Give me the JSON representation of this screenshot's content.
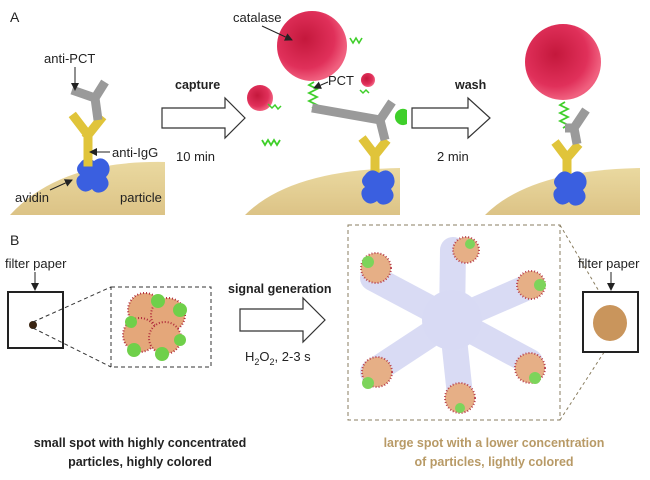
{
  "panel_a": {
    "label": "A",
    "labels": {
      "anti_pct": "anti-PCT",
      "anti_igg": "anti-IgG",
      "avidin": "avidin",
      "particle": "particle",
      "catalase": "catalase",
      "pct": "PCT"
    },
    "step1": {
      "label": "capture",
      "time": "10 min"
    },
    "step2": {
      "label": "wash",
      "time": "2 min"
    }
  },
  "panel_b": {
    "label": "B",
    "filter_paper_left": "filter paper",
    "filter_paper_right": "filter paper",
    "step": {
      "label": "signal generation",
      "condition_h": "H",
      "condition_sub1": "2",
      "condition_o": "O",
      "condition_sub2": "2",
      "condition_rest": ", 2-3 s"
    },
    "caption_left": [
      "small spot with highly concentrated",
      "particles, highly colored"
    ],
    "caption_right": [
      "large spot with a lower concentration",
      "of particles, lightly colored"
    ]
  },
  "colors": {
    "particle": "#e6cf8f",
    "avidin": "#3a5fe0",
    "anti_igg": "#e0c43a",
    "anti_pct": "#9a9a9a",
    "catalase": "#d8204a",
    "pct": "#3fcf2a",
    "spot": "#c9955c",
    "caption_right": "#b89a66"
  }
}
